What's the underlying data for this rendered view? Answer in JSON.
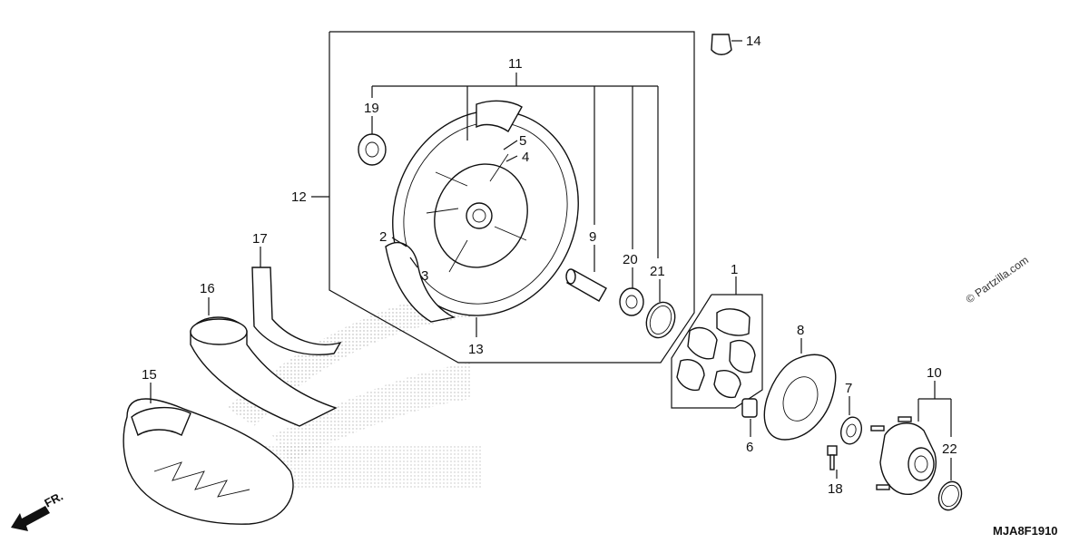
{
  "diagram": {
    "diagram_code": "MJA8F1910",
    "watermark": "© Partzilla.com",
    "direction_label": "FR.",
    "callouts": [
      {
        "id": "c1",
        "label": "1"
      },
      {
        "id": "c2",
        "label": "2"
      },
      {
        "id": "c3",
        "label": "3"
      },
      {
        "id": "c4",
        "label": "4"
      },
      {
        "id": "c5",
        "label": "5"
      },
      {
        "id": "c6",
        "label": "6"
      },
      {
        "id": "c7",
        "label": "7"
      },
      {
        "id": "c8",
        "label": "8"
      },
      {
        "id": "c9",
        "label": "9"
      },
      {
        "id": "c10",
        "label": "10"
      },
      {
        "id": "c11",
        "label": "11"
      },
      {
        "id": "c12",
        "label": "12"
      },
      {
        "id": "c13",
        "label": "13"
      },
      {
        "id": "c14",
        "label": "14"
      },
      {
        "id": "c15",
        "label": "15"
      },
      {
        "id": "c16",
        "label": "16"
      },
      {
        "id": "c17",
        "label": "17"
      },
      {
        "id": "c18",
        "label": "18"
      },
      {
        "id": "c19",
        "label": "19"
      },
      {
        "id": "c20",
        "label": "20"
      },
      {
        "id": "c21",
        "label": "21"
      },
      {
        "id": "c22",
        "label": "22"
      }
    ]
  }
}
